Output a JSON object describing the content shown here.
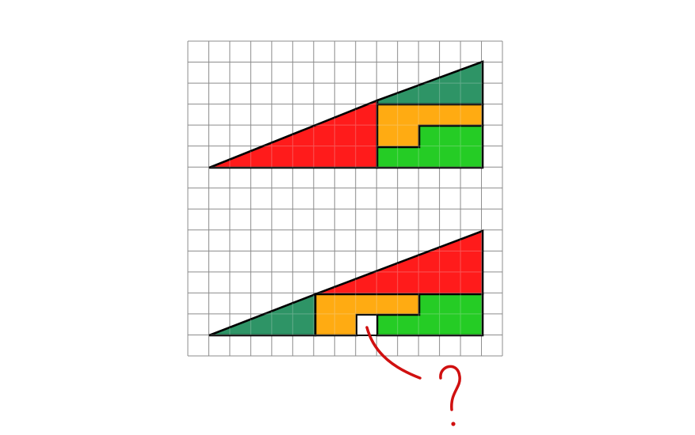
{
  "annotation": {
    "text": "?"
  },
  "colors": {
    "grid_line": "#8c8c8c",
    "outline": "#000000",
    "dark_green": "#1e8c5a",
    "red": "#ff0a0a",
    "orange": "#ffa500",
    "light_green": "#14c814",
    "annotation": "#d01010"
  },
  "icons": {
    "question_mark": "question-mark-annotation"
  },
  "figure": {
    "grid_columns": 15,
    "grid_rows": 15,
    "triangle_width_cells": 13,
    "triangle_height_cells": 5,
    "pieces": [
      {
        "name": "dark-green-triangle",
        "color": "dark_green",
        "width_cells": 5,
        "height_cells": 2
      },
      {
        "name": "red-triangle",
        "color": "red",
        "width_cells": 8,
        "height_cells": 3
      },
      {
        "name": "orange-l-shape",
        "color": "orange",
        "cells": 7
      },
      {
        "name": "green-l-shape",
        "color": "light_green",
        "cells": 8
      }
    ],
    "top_arrangement": {
      "missing_cells": 0
    },
    "bottom_arrangement": {
      "missing_cells": 1
    }
  }
}
